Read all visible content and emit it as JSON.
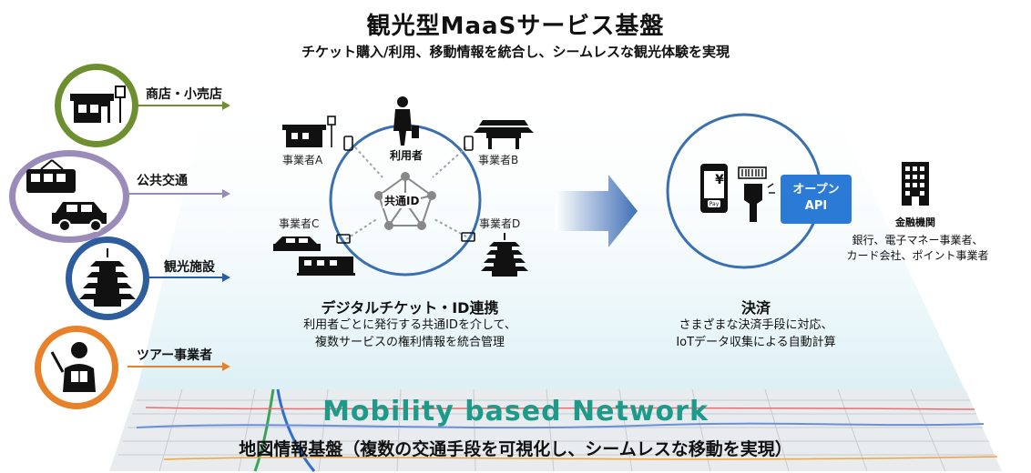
{
  "header": {
    "title": "観光型MaaSサービス基盤",
    "subtitle": "チケット購入/利用、移動情報を統合し、シームレスな観光体験を実現"
  },
  "categories": [
    {
      "label": "商店・小売店",
      "color": "#6e8f2f",
      "icon": "shop-icon"
    },
    {
      "label": "公共交通",
      "color": "#9a8bb8",
      "icon": "train-car-icon"
    },
    {
      "label": "観光施設",
      "color": "#2e5d9e",
      "icon": "pagoda-icon"
    },
    {
      "label": "ツアー事業者",
      "color": "#e8822a",
      "icon": "tour-guide-icon"
    }
  ],
  "id_hub": {
    "user_label": "利用者",
    "center_label": "共通ID",
    "operators": [
      "事業者A",
      "事業者B",
      "事業者C",
      "事業者D"
    ],
    "heading": "デジタルチケット・ID連携",
    "description_line1": "利用者ごとに発行する共通IDを介して、",
    "description_line2": "複数サービスの権利情報を統合管理"
  },
  "payment": {
    "api_line1": "オープン",
    "api_line2": "API",
    "finance_label": "金融機関",
    "finance_line1": "銀行、電子マネー事業者、",
    "finance_line2": "カード会社、ポイント事業者",
    "heading": "決済",
    "description_line1": "さまざまな決済手段に対応、",
    "description_line2": "IoTデータ収集による自動計算",
    "phone_symbol": "¥",
    "phone_pay": "Pay"
  },
  "network": {
    "title": "Mobility based Network",
    "subtitle": "地図情報基盤（複数の交通手段を可視化し、シームレスな移動を実現）"
  },
  "colors": {
    "accent_blue": "#2b7bd6",
    "ring_blue": "#3a6fb0",
    "teal": "#1d9a8a",
    "arrow_blue": "#3f6fb5"
  }
}
